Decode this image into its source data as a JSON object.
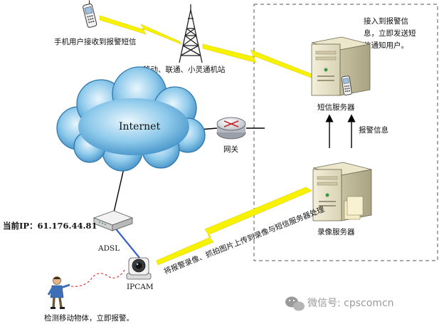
{
  "labels": {
    "phone_user": "手机用户接收到报警短信",
    "tower": "移动、联通、小灵通机站",
    "sms_note_line1": "接入到报警信",
    "sms_note_line2": "息，立即发送短",
    "sms_note_line3": "信通知用户。",
    "sms_server": "短信服务器",
    "alarm_info": "报警信息",
    "internet": "Internet",
    "gateway": "网关",
    "current_ip": "当前IP：61.176.44.81",
    "adsl": "ADSL",
    "ipcam": "IPCAM",
    "recording_server": "录像服务器",
    "upload_note": "将报警录像、抓拍图片上传到录像与短信服务器处理",
    "detect_note": "检测移动物体，立即报警。",
    "watermark": "微信号: cpscomcn"
  },
  "colors": {
    "lightning": "#f7f200",
    "cloud": "#5aa8d8",
    "cable": "#3a62c8",
    "line": "#000000"
  }
}
